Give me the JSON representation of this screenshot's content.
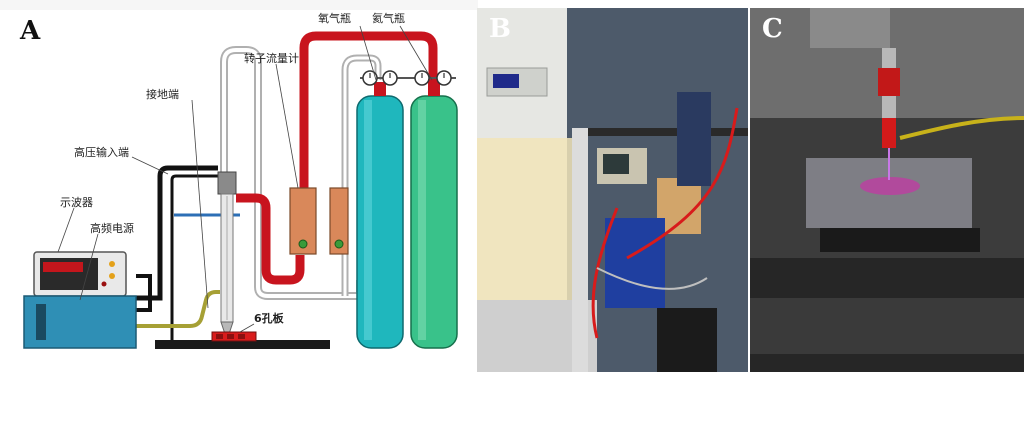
{
  "panels": {
    "a": {
      "letter": "A"
    },
    "b": {
      "letter": "B"
    },
    "c": {
      "letter": "C"
    }
  },
  "labels": {
    "oscilloscope": "示波器",
    "hf_power": "高频电源",
    "hv_input": "高压输入端",
    "ground": "接地端",
    "flowmeter": "转子流量计",
    "oxygen_bottle": "氧气瓶",
    "helium_bottle": "氦气瓶",
    "plate": "6孔板"
  },
  "colors": {
    "red_tube": "#c8141e",
    "black_cable": "#111111",
    "olive_wire": "#a6a035",
    "oxygen_cylinder": "#1fb7bd",
    "helium_cylinder": "#39c28a",
    "power_supply": "#2f8fb5",
    "flowmeter_body": "#d9885a"
  }
}
